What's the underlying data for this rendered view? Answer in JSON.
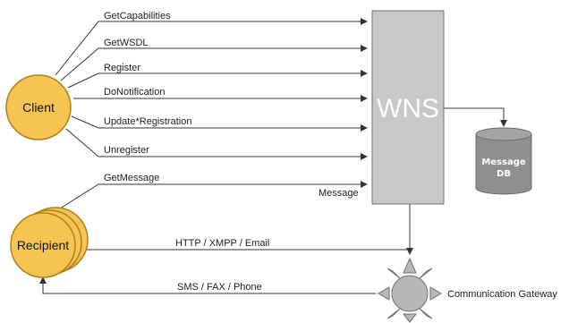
{
  "nodes": {
    "client": "Client",
    "recipient": "Recipient",
    "wns": "WNS",
    "db_line1": "Message",
    "db_line2": "DB",
    "gateway": "Communication Gateway"
  },
  "operations": [
    "GetCapabilities",
    "GetWSDL",
    "Register",
    "DoNotification",
    "Update*Registration",
    "Unregister"
  ],
  "recipient_links": {
    "get_message": "GetMessage",
    "message": "Message",
    "http": "HTTP / XMPP / Email",
    "sms": "SMS / FAX / Phone"
  },
  "colors": {
    "node_fill": "#F6C452",
    "node_stroke": "#B07F16",
    "wns_fill": "#C8C8C8",
    "db_fill": "#8F8F8F",
    "gateway_fill": "#B8B8B8"
  }
}
